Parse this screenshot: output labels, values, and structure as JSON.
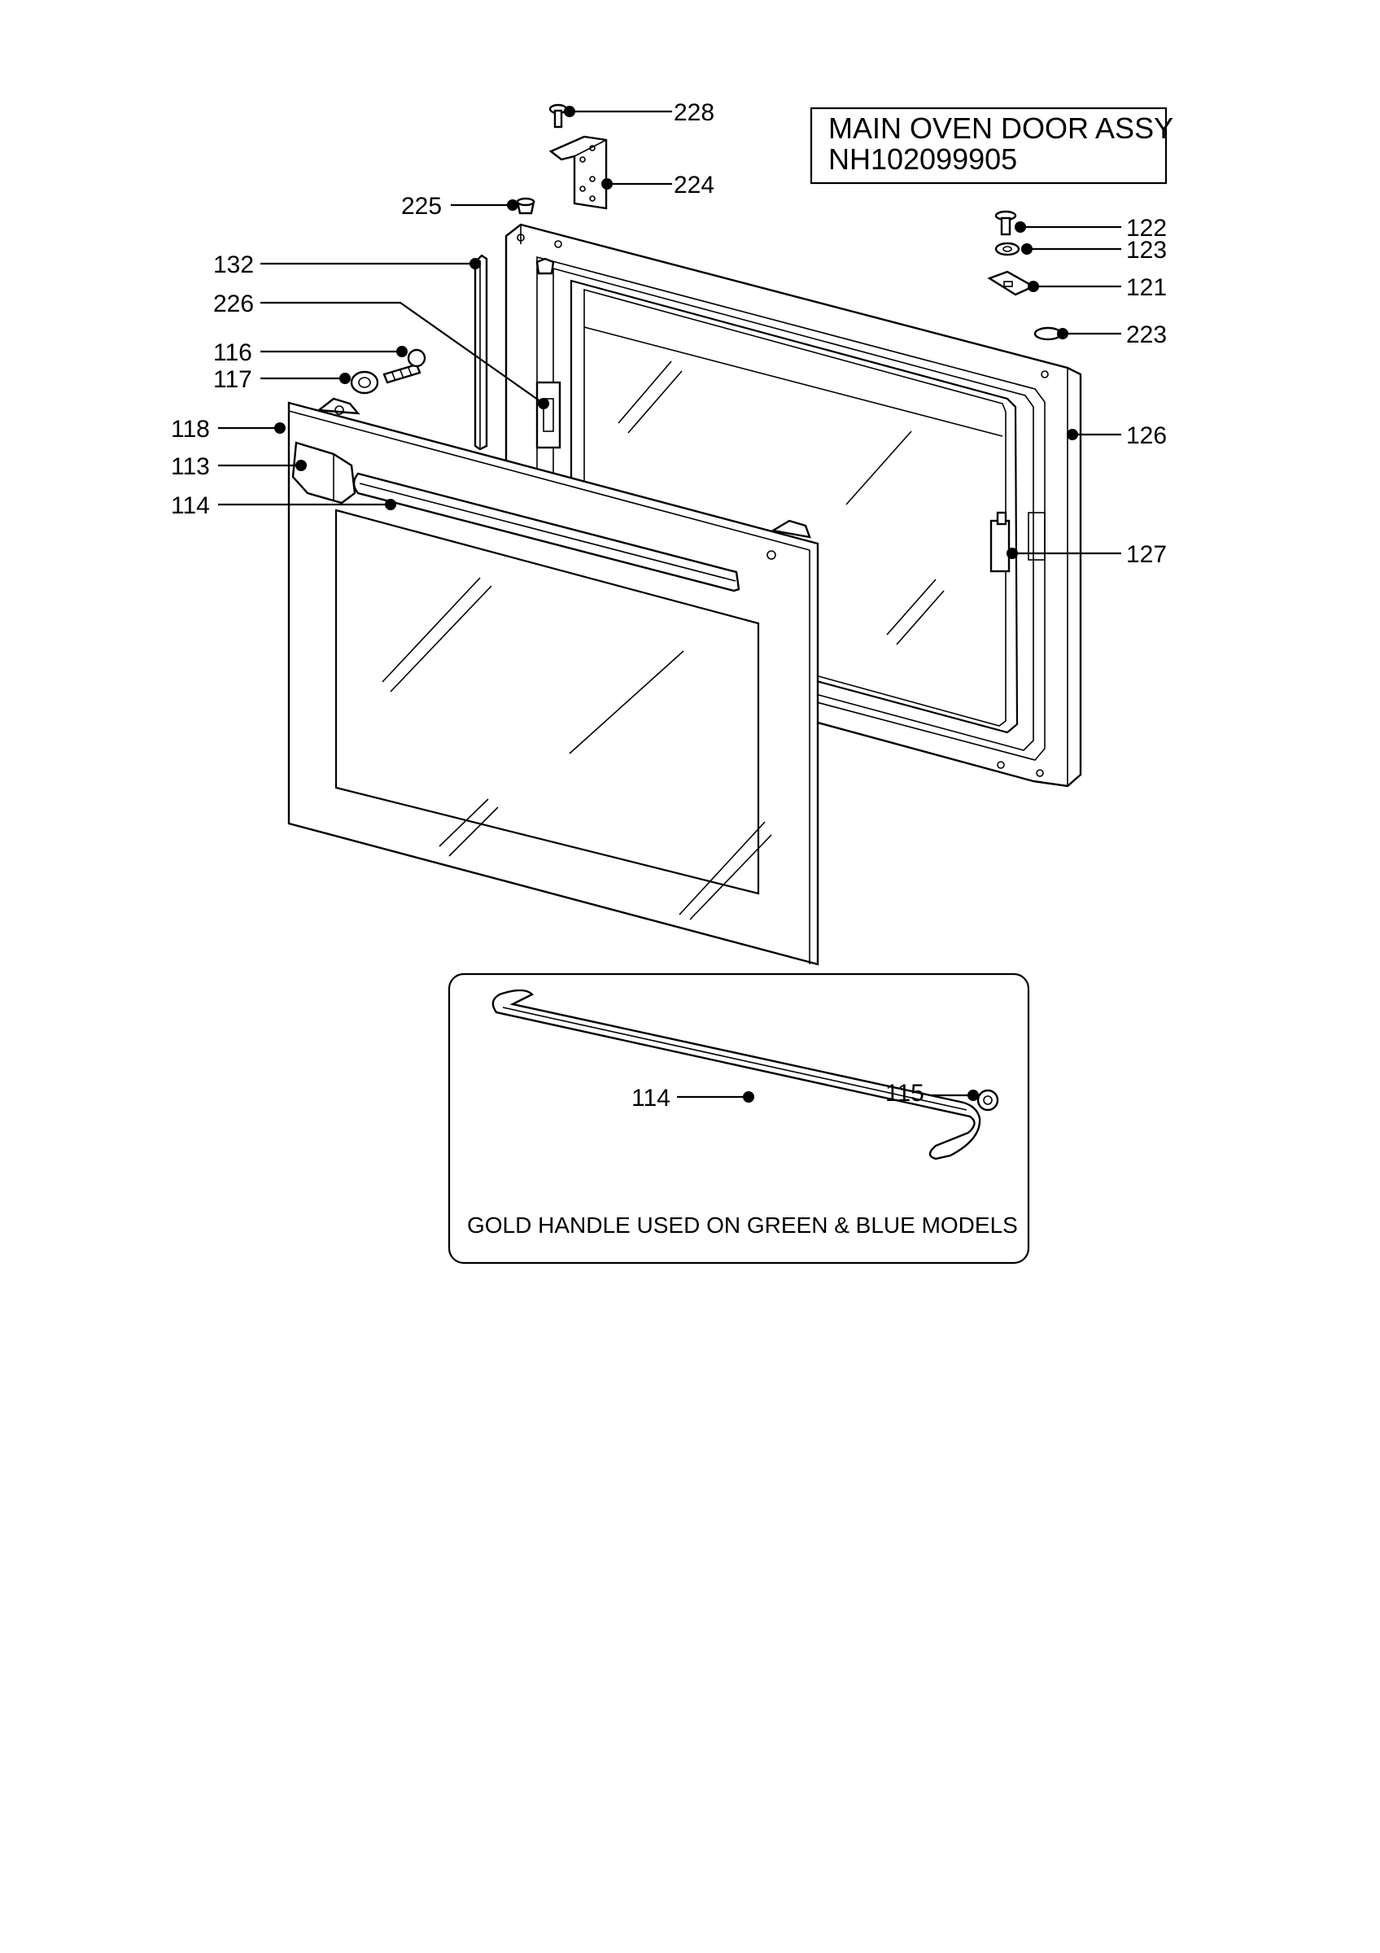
{
  "title": {
    "line1": "MAIN OVEN DOOR ASSY",
    "line2": "NH102099905"
  },
  "inset": {
    "note": "GOLD HANDLE USED ON GREEN & BLUE MODELS"
  },
  "callouts": [
    {
      "id": "c228",
      "label": "228"
    },
    {
      "id": "c224",
      "label": "224"
    },
    {
      "id": "c225",
      "label": "225"
    },
    {
      "id": "c132",
      "label": "132"
    },
    {
      "id": "c226",
      "label": "226"
    },
    {
      "id": "c116",
      "label": "116"
    },
    {
      "id": "c117",
      "label": "117"
    },
    {
      "id": "c118",
      "label": "118"
    },
    {
      "id": "c113",
      "label": "113"
    },
    {
      "id": "c114",
      "label": "114"
    },
    {
      "id": "c122",
      "label": "122"
    },
    {
      "id": "c123",
      "label": "123"
    },
    {
      "id": "c121",
      "label": "121"
    },
    {
      "id": "c223",
      "label": "223"
    },
    {
      "id": "c126",
      "label": "126"
    },
    {
      "id": "c127",
      "label": "127"
    },
    {
      "id": "c114b",
      "label": "114"
    },
    {
      "id": "c115",
      "label": "115"
    }
  ]
}
